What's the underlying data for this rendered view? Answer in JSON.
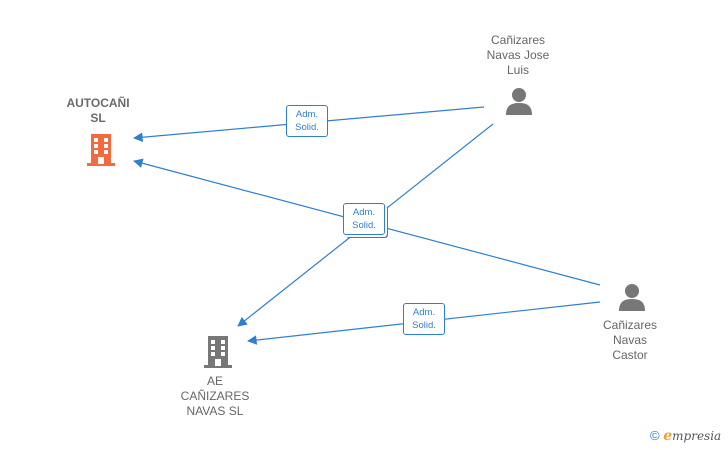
{
  "nodes": {
    "autocani": {
      "lines": [
        "AUTOCAÑI",
        "SL"
      ],
      "kind": "company",
      "color": "#f26a3d"
    },
    "ae_canizares": {
      "lines": [
        "AE",
        "CAÑIZARES",
        "NAVAS  SL"
      ],
      "kind": "company",
      "color": "#777777"
    },
    "jose_luis": {
      "lines": [
        "Cañizares",
        "Navas Jose",
        "Luis"
      ],
      "kind": "person",
      "color": "#777777"
    },
    "castor": {
      "lines": [
        "Cañizares",
        "Navas",
        "Castor"
      ],
      "kind": "person",
      "color": "#777777"
    }
  },
  "edges": [
    {
      "from": "jose_luis",
      "to": "autocani",
      "label": [
        "Adm.",
        "Solid."
      ]
    },
    {
      "from": "castor",
      "to": "autocani",
      "label": [
        "Adm.",
        "Solid."
      ]
    },
    {
      "from": "jose_luis",
      "to": "ae_canizares",
      "label": [
        "Adm.",
        "Solid."
      ]
    },
    {
      "from": "castor",
      "to": "ae_canizares",
      "label": [
        "Adm.",
        "Solid."
      ]
    }
  ],
  "colors": {
    "edge": "#2f7fd1",
    "badge_text": "#2f7fd1"
  },
  "credit": {
    "symbol": "©",
    "brand_initial": "e",
    "brand_rest": "mpresia"
  }
}
